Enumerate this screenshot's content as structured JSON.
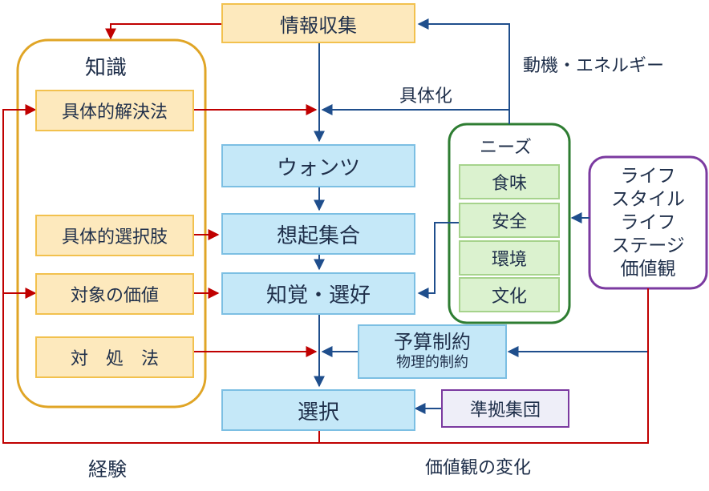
{
  "top": {
    "info_collection": "情報収集"
  },
  "knowledge": {
    "title": "知識",
    "items": [
      "具体的解決法",
      "具体的選択肢",
      "対象の価値",
      "対　処　法"
    ]
  },
  "process": {
    "wants": "ウォンツ",
    "evoked_set": "想起集合",
    "perception": "知覚・選好",
    "budget": "予算制約",
    "physical": "物理的制約",
    "choice": "選択",
    "reference_group": "準拠集団"
  },
  "needs": {
    "title": "ニーズ",
    "items": [
      "食味",
      "安全",
      "環境",
      "文化"
    ]
  },
  "lifestyle": {
    "lines": [
      "ライフ",
      "スタイル",
      "ライフ",
      "ステージ",
      "価値観"
    ]
  },
  "labels": {
    "motivation": "動機・エネルギー",
    "concretize": "具体化",
    "experience": "経験",
    "value_change": "価値観の変化"
  },
  "colors": {
    "blue_line": "#1f4e8c",
    "red_line": "#c00000",
    "knowledge_border": "#e0a526",
    "needs_border": "#2e7d32",
    "lifestyle_border": "#7b3aa0"
  }
}
